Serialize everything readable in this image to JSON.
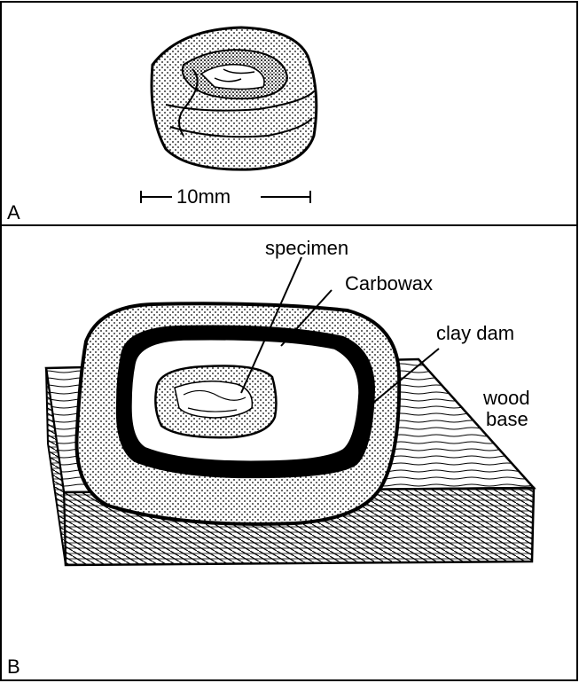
{
  "panels": {
    "a": {
      "letter": "A",
      "scale_label": "10mm"
    },
    "b": {
      "letter": "B",
      "labels": {
        "specimen": "specimen",
        "carbowax": "Carbowax",
        "clay_dam": "clay dam",
        "wood": "wood",
        "base": "base"
      }
    }
  }
}
